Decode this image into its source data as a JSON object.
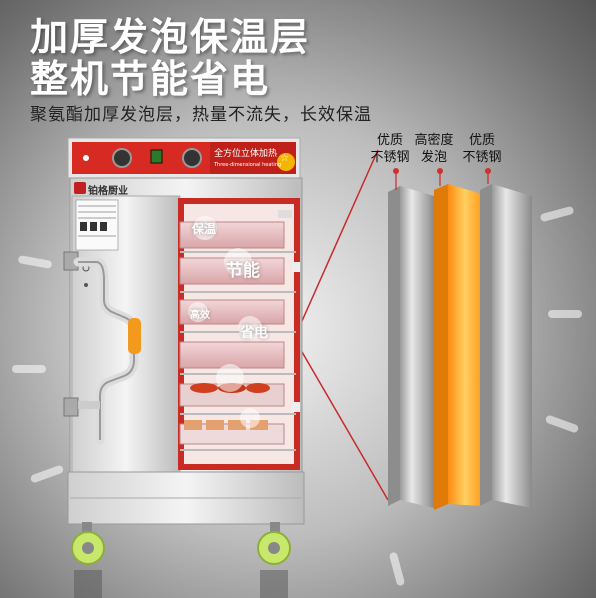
{
  "headline": {
    "line1": "加厚发泡保温层",
    "line2": "整机节能省电"
  },
  "subtitle": "聚氨酯加厚发泡层，热量不流失，长效保温",
  "cabinet": {
    "panel_text": "全方位立体加热",
    "panel_subtext": "Three-dimensional heating",
    "brand": "铂格厨业",
    "badge": "☆",
    "steam_labels": [
      "保温",
      "节能",
      "高效",
      "省电"
    ]
  },
  "layers": [
    {
      "label_line1": "优质",
      "label_line2": "不锈钢"
    },
    {
      "label_line1": "高密度",
      "label_line2": "发泡"
    },
    {
      "label_line1": "优质",
      "label_line2": "不锈钢"
    }
  ],
  "colors": {
    "panel_red": "#d62a22",
    "foam_orange": "#ff9a1a",
    "handle_orange": "#f39a1e",
    "wheel_green": "#c7e86a"
  }
}
